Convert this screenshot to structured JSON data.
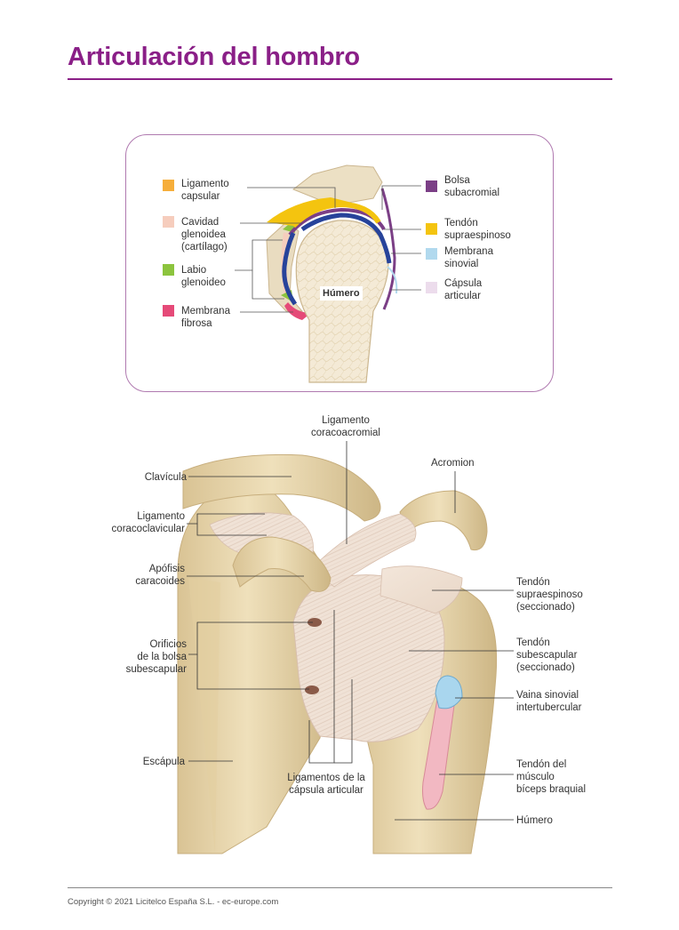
{
  "title": "Articulación del hombro",
  "inset": {
    "legend": [
      {
        "id": "ligamento-capsular",
        "lines": [
          "Ligamento",
          "capsular"
        ],
        "color": "#f6ae3b"
      },
      {
        "id": "cavidad-glenoidea",
        "lines": [
          "Cavidad",
          "glenoidea",
          "(cartílago)"
        ],
        "color": "#f6cdbd"
      },
      {
        "id": "labio-glenoideo",
        "lines": [
          "Labio",
          "glenoideo"
        ],
        "color": "#8cc43e"
      },
      {
        "id": "membrana-fibrosa",
        "lines": [
          "Membrana",
          "fibrosa"
        ],
        "color": "#e54a78"
      },
      {
        "id": "bolsa-subacromial",
        "lines": [
          "Bolsa",
          "subacromial"
        ],
        "color": "#7b3f86"
      },
      {
        "id": "tendon-supraespinoso",
        "lines": [
          "Tendón",
          "supraespinoso"
        ],
        "color": "#f4c40f"
      },
      {
        "id": "membrana-sinovial",
        "lines": [
          "Membrana",
          "sinovial"
        ],
        "color": "#b1d9ee"
      },
      {
        "id": "capsula-articular",
        "lines": [
          "Cápsula",
          "articular"
        ],
        "color": "#ecdcec"
      }
    ],
    "bone_label": "Húmero"
  },
  "main_labels": [
    {
      "id": "ligamento-coracoacromial",
      "lines": [
        "Ligamento",
        "coracoacromial"
      ]
    },
    {
      "id": "acromion",
      "lines": [
        "Acromion"
      ]
    },
    {
      "id": "clavicula",
      "lines": [
        "Clavícula"
      ]
    },
    {
      "id": "ligamento-coracoclavicular",
      "lines": [
        "Ligamento",
        "coracoclavicular"
      ]
    },
    {
      "id": "apofisis-caracoides",
      "lines": [
        "Apófisis",
        "caracoides"
      ]
    },
    {
      "id": "tendon-supraespinoso-seccionado",
      "lines": [
        "Tendón",
        "supraespinoso",
        "(seccionado)"
      ]
    },
    {
      "id": "orificios-bolsa-subescapular",
      "lines": [
        "Orificios",
        "de la bolsa",
        "subescapular"
      ]
    },
    {
      "id": "tendon-subescapular",
      "lines": [
        "Tendón",
        "subescapular",
        "(seccionado)"
      ]
    },
    {
      "id": "vaina-sinovial",
      "lines": [
        "Vaina sinovial",
        "intertubercular"
      ]
    },
    {
      "id": "escapula",
      "lines": [
        "Escápula"
      ]
    },
    {
      "id": "tendon-biceps",
      "lines": [
        "Tendón del",
        "músculo",
        "bíceps braquial"
      ]
    },
    {
      "id": "ligamentos-capsula",
      "lines": [
        "Ligamentos de la",
        "cápsula articular"
      ]
    },
    {
      "id": "humero",
      "lines": [
        "Húmero"
      ]
    }
  ],
  "footer": "Copyright © 2021 Licitelco España S.L. - ec-europe.com"
}
